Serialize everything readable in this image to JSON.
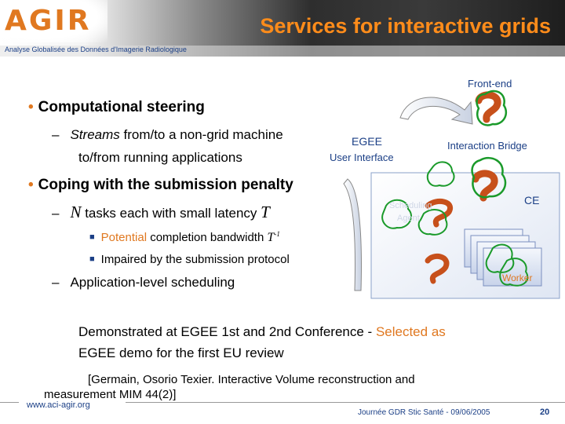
{
  "header": {
    "logo": "AGIR",
    "subtitle": "Analyse Globalisée des Données d'Imagerie Radiologique",
    "title": "Services for interactive grids"
  },
  "content": {
    "bullet1": "Computational steering",
    "sub1_italic": "Streams",
    "sub1_rest": " from/to a non-grid machine",
    "sub1_line2": "to/from running applications",
    "bullet2": "Coping with the submission penalty",
    "sub2_n": "N",
    "sub2_mid": " tasks each with small latency ",
    "sub2_t": "T",
    "item_a_orange": "Potential",
    "item_a_rest": " completion bandwidth ",
    "item_a_t": "T",
    "item_a_exp": "-1",
    "item_b": "Impaired by the submission protocol",
    "sub3": "Application-level scheduling"
  },
  "diagram": {
    "front_end": "Front-end",
    "egee_line1": "EGEE",
    "egee_line2": "User Interface",
    "interaction_bridge": "Interaction Bridge",
    "ce": "CE",
    "scheduling": "Scheduling",
    "agent": "Agent",
    "worker": "Worker"
  },
  "bottom": {
    "demo_line1_a": "Demonstrated at EGEE 1st and 2nd Conference - ",
    "demo_line1_b": "Selected as",
    "demo_line2": "EGEE demo for the first EU review",
    "ref_line1": "[Germain, Osorio Texier. Interactive Volume reconstruction and",
    "ref_line2": "measurement MIM 44(2)]"
  },
  "footer": {
    "url": "www.aci-agir.org",
    "event": "Journée GDR Stic Santé - 09/06/2005",
    "page": "20"
  },
  "colors": {
    "accent": "#e07820",
    "title": "#ff8c1a",
    "navy": "#1b3f86",
    "green": "#1a9a2a"
  }
}
